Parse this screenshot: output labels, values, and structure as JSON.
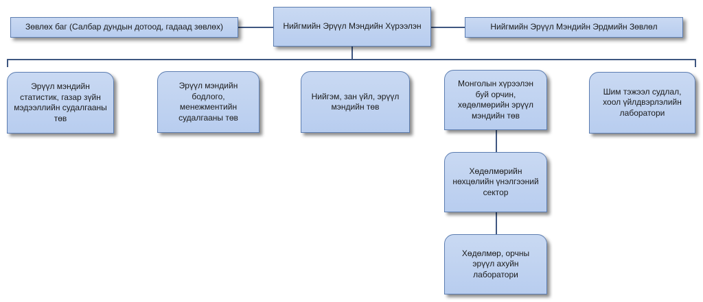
{
  "top": {
    "advisory": "Зөвлөх баг (Салбар дундын дотоод, гадаад зөвлөх)",
    "center": "Нийгмийн Эрүүл Мэндийн Хүрээлэн",
    "council": "Нийгмийн Эрүүл Мэндийн Эрдмийн Зөвлөл"
  },
  "units": [
    "Эрүүл мэндийн статистик, газар зүйн мэдээллийн судалгааны төв",
    "Эрүүл мэндийн бодлого, менежментийн судалгааны төв",
    "Нийгэм, зан үйл, эрүүл мэндийн төв",
    "Монголын хүрээлэн буй орчин, хөдөлмөрийн эрүүл мэндийн төв",
    "Шим тэжээл судлал, хоол үйлдвэрлэлийн лаборатори"
  ],
  "sub_units": [
    "Хөдөлмөрийн нөхцөлийн үнэлгээний сектор",
    "Хөдөлмөр, орчны эрүүл ахуйн лаборатори"
  ]
}
